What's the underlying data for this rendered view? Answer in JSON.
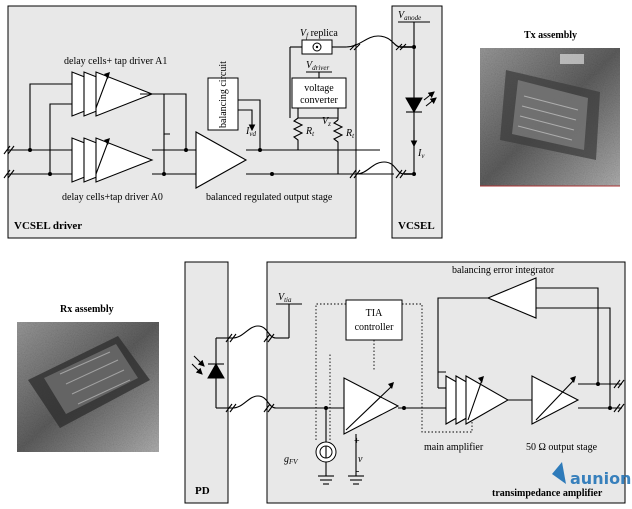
{
  "colors": {
    "panel_fill": "#e8e8e8",
    "line": "#000000",
    "watermark": "#1a6fb5",
    "photo_dark": "#555555"
  },
  "tx": {
    "panel_label": "VCSEL driver",
    "delay_a1": "delay cells+ tap driver A1",
    "delay_a0": "delay cells+tap driver A0",
    "balancing": "balancing circuit",
    "ivd": "I",
    "ivd_sub": "vd",
    "vf_replica": "V",
    "vf_sub": "f",
    "vf_text": " replica",
    "vdriver": "V",
    "vdriver_sub": "driver",
    "voltage_converter_l1": "voltage",
    "voltage_converter_l2": "converter",
    "vz": "V",
    "vz_sub": "z",
    "rt1": "R",
    "rt1_sub": "t",
    "rt2": "R",
    "rt2_sub": "t",
    "output_stage": "balanced regulated output stage",
    "vcsel_label": "VCSEL",
    "vanode": "V",
    "vanode_sub": "anode",
    "iv": "I",
    "iv_sub": "v",
    "assembly_caption": "Tx assembly"
  },
  "rx": {
    "assembly_caption": "Rx assembly",
    "pd_label": "PD",
    "vtia": "V",
    "vtia_sub": "tia",
    "tia_controller_l1": "TIA",
    "tia_controller_l2": "controller",
    "balancing_integrator": "balancing error integrator",
    "gfv": "g",
    "gfv_sub": "FV",
    "v_symbol": "v",
    "plus": "+",
    "minus": "-",
    "main_amplifier": "main amplifier",
    "output_stage": "50 Ω output stage",
    "panel_label": "transimpedance amplifier"
  },
  "watermark": {
    "brand": "aunion"
  }
}
